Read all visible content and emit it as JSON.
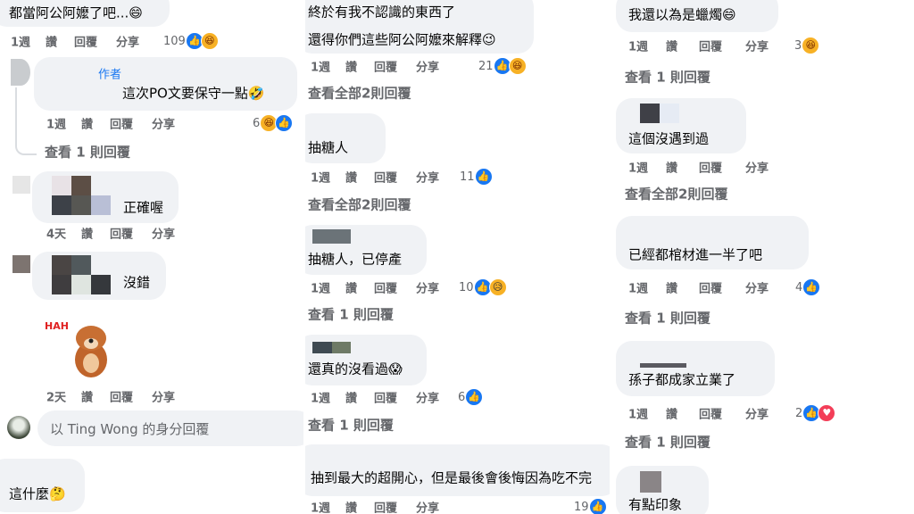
{
  "actions": {
    "like": "讚",
    "reply": "回覆",
    "share": "分享"
  },
  "panel1": {
    "c1": {
      "text": "都當阿公阿嬤了吧...😄",
      "time": "1週",
      "count": "109",
      "reactions": [
        "like",
        "haha"
      ]
    },
    "c2": {
      "author_badge": "作者",
      "text": "這次PO文要保守一點🤣",
      "time": "1週",
      "count": "6",
      "reactions": [
        "haha",
        "like"
      ],
      "link": "查看 1 則回覆"
    },
    "c3": {
      "text": "正確喔",
      "time": "4天"
    },
    "c4": {
      "text": "沒錯",
      "time": "2天",
      "sticker": "dog-haha-sticker"
    },
    "reply_input": {
      "placeholder": "以 Ting Wong 的身分回覆"
    },
    "c5": {
      "text": "這什麼🤔"
    }
  },
  "panel2": {
    "c1": {
      "line1": "終於有我不認識的東西了",
      "line2": "還得你們這些阿公阿嬤來解釋😉",
      "time": "1週",
      "count": "21",
      "reactions": [
        "like",
        "haha"
      ],
      "link": "查看全部2則回覆"
    },
    "c2": {
      "text": "抽糖人",
      "time": "1週",
      "count": "11",
      "reactions": [
        "like"
      ],
      "link": "查看全部2則回覆"
    },
    "c3": {
      "text": "抽糖人，已停產",
      "time": "1週",
      "count": "10",
      "reactions": [
        "like",
        "sad"
      ],
      "link": "查看 1 則回覆"
    },
    "c4": {
      "text": "還真的沒看過😱",
      "time": "1週",
      "count": "6",
      "reactions": [
        "like"
      ],
      "link": "查看 1 則回覆"
    },
    "c5": {
      "text": "抽到最大的超開心，但是最後會後悔因為吃不完",
      "time": "1週",
      "count": "19",
      "reactions": [
        "like"
      ]
    }
  },
  "panel3": {
    "c1": {
      "text": "我還以為是蠟燭😄",
      "time": "1週",
      "count": "3",
      "reactions": [
        "haha"
      ],
      "link": "查看 1 則回覆"
    },
    "c2": {
      "text": "這個沒遇到過",
      "time": "1週",
      "link": "查看全部2則回覆"
    },
    "c3": {
      "text": "已經都棺材進一半了吧",
      "time": "1週",
      "count": "4",
      "reactions": [
        "like"
      ],
      "link": "查看 1 則回覆"
    },
    "c4": {
      "text": "孫子都成家立業了",
      "time": "1週",
      "count": "2",
      "reactions": [
        "like",
        "love"
      ],
      "link": "查看 1 則回覆"
    },
    "c5": {
      "text": "有點印象"
    }
  },
  "colors": {
    "bubble": "#f0f2f5",
    "meta": "#65676b",
    "author": "#1877f2",
    "like": "#1877f2",
    "love": "#f33e58"
  }
}
